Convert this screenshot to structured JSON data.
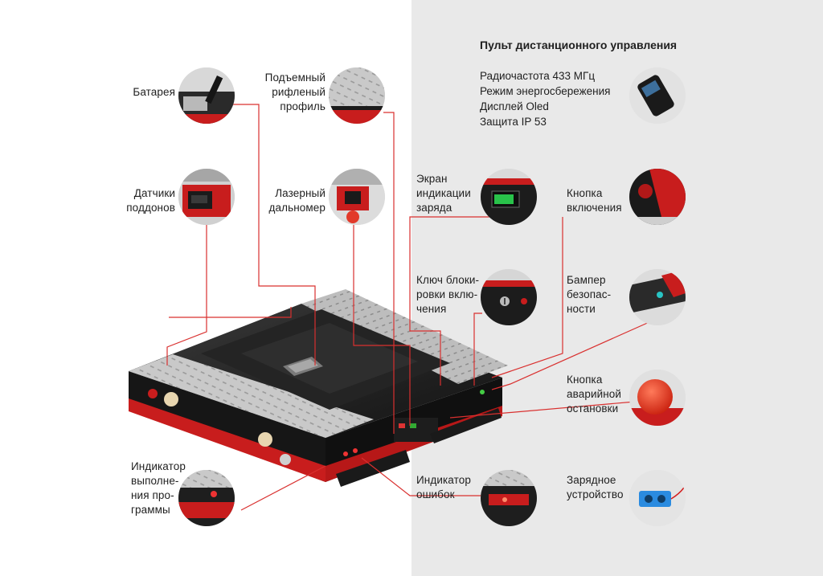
{
  "remote": {
    "title": "Пульт дистанционного управления",
    "specs": [
      "Радиочастота 433 МГц",
      "Режим энергосбережения",
      "Дисплей Oled",
      "Защита IP 53"
    ]
  },
  "callouts": {
    "battery": "Батарея",
    "lift_profile": "Подъемный\nрифленый\nпрофиль",
    "pallet_sensors": "Датчики\nподдонов",
    "laser": "Лазерный\nдальномер",
    "charge_screen": "Экран\nиндикации\nзаряда",
    "power_button": "Кнопка\nвключения",
    "lock_key": "Ключ блоки-\nровки вклю-\nчения",
    "bumper": "Бампер\nбезопас-\nности",
    "emergency": "Кнопка\nаварийной\nостановки",
    "program_indicator": "Индикатор\nвыполне-\nния про-\nграммы",
    "error_indicator": "Индикатор\nошибок",
    "charger": "Зарядное\nустройство"
  },
  "colors": {
    "accent": "#d42020",
    "wire": "#d9302f",
    "text": "#1f1f1f",
    "right_background": "#e9e9e9"
  }
}
